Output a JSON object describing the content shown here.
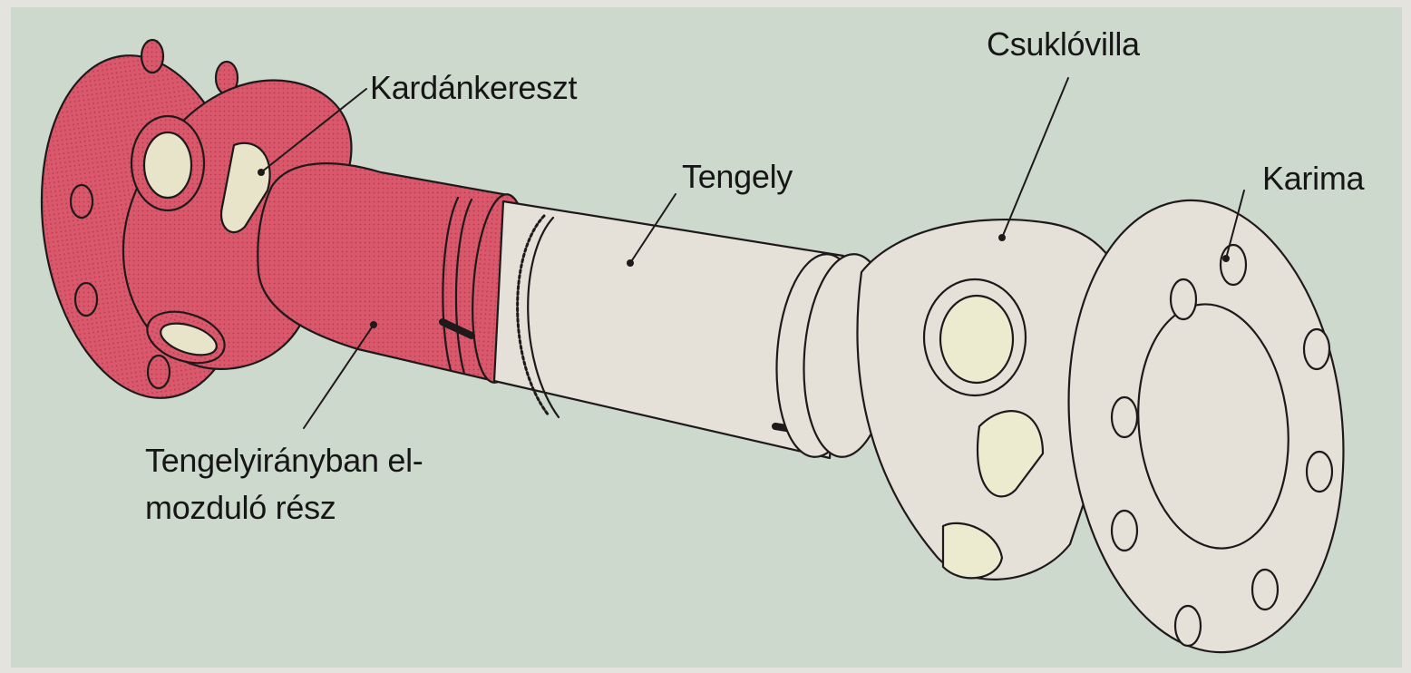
{
  "labels": {
    "kardankereszt": "Kardánkereszt",
    "tengely": "Tengely",
    "csuklovilla": "Csuklóvilla",
    "karima": "Karima",
    "tengelyiranyban_line1": "Tengelyirányban el-",
    "tengelyiranyban_line2": "mozduló rész"
  },
  "colors": {
    "panel": "#ced9cd",
    "highlighted_part": "#d9586b",
    "part_fill": "#e5e1d8",
    "outline": "#1e1a1b"
  }
}
